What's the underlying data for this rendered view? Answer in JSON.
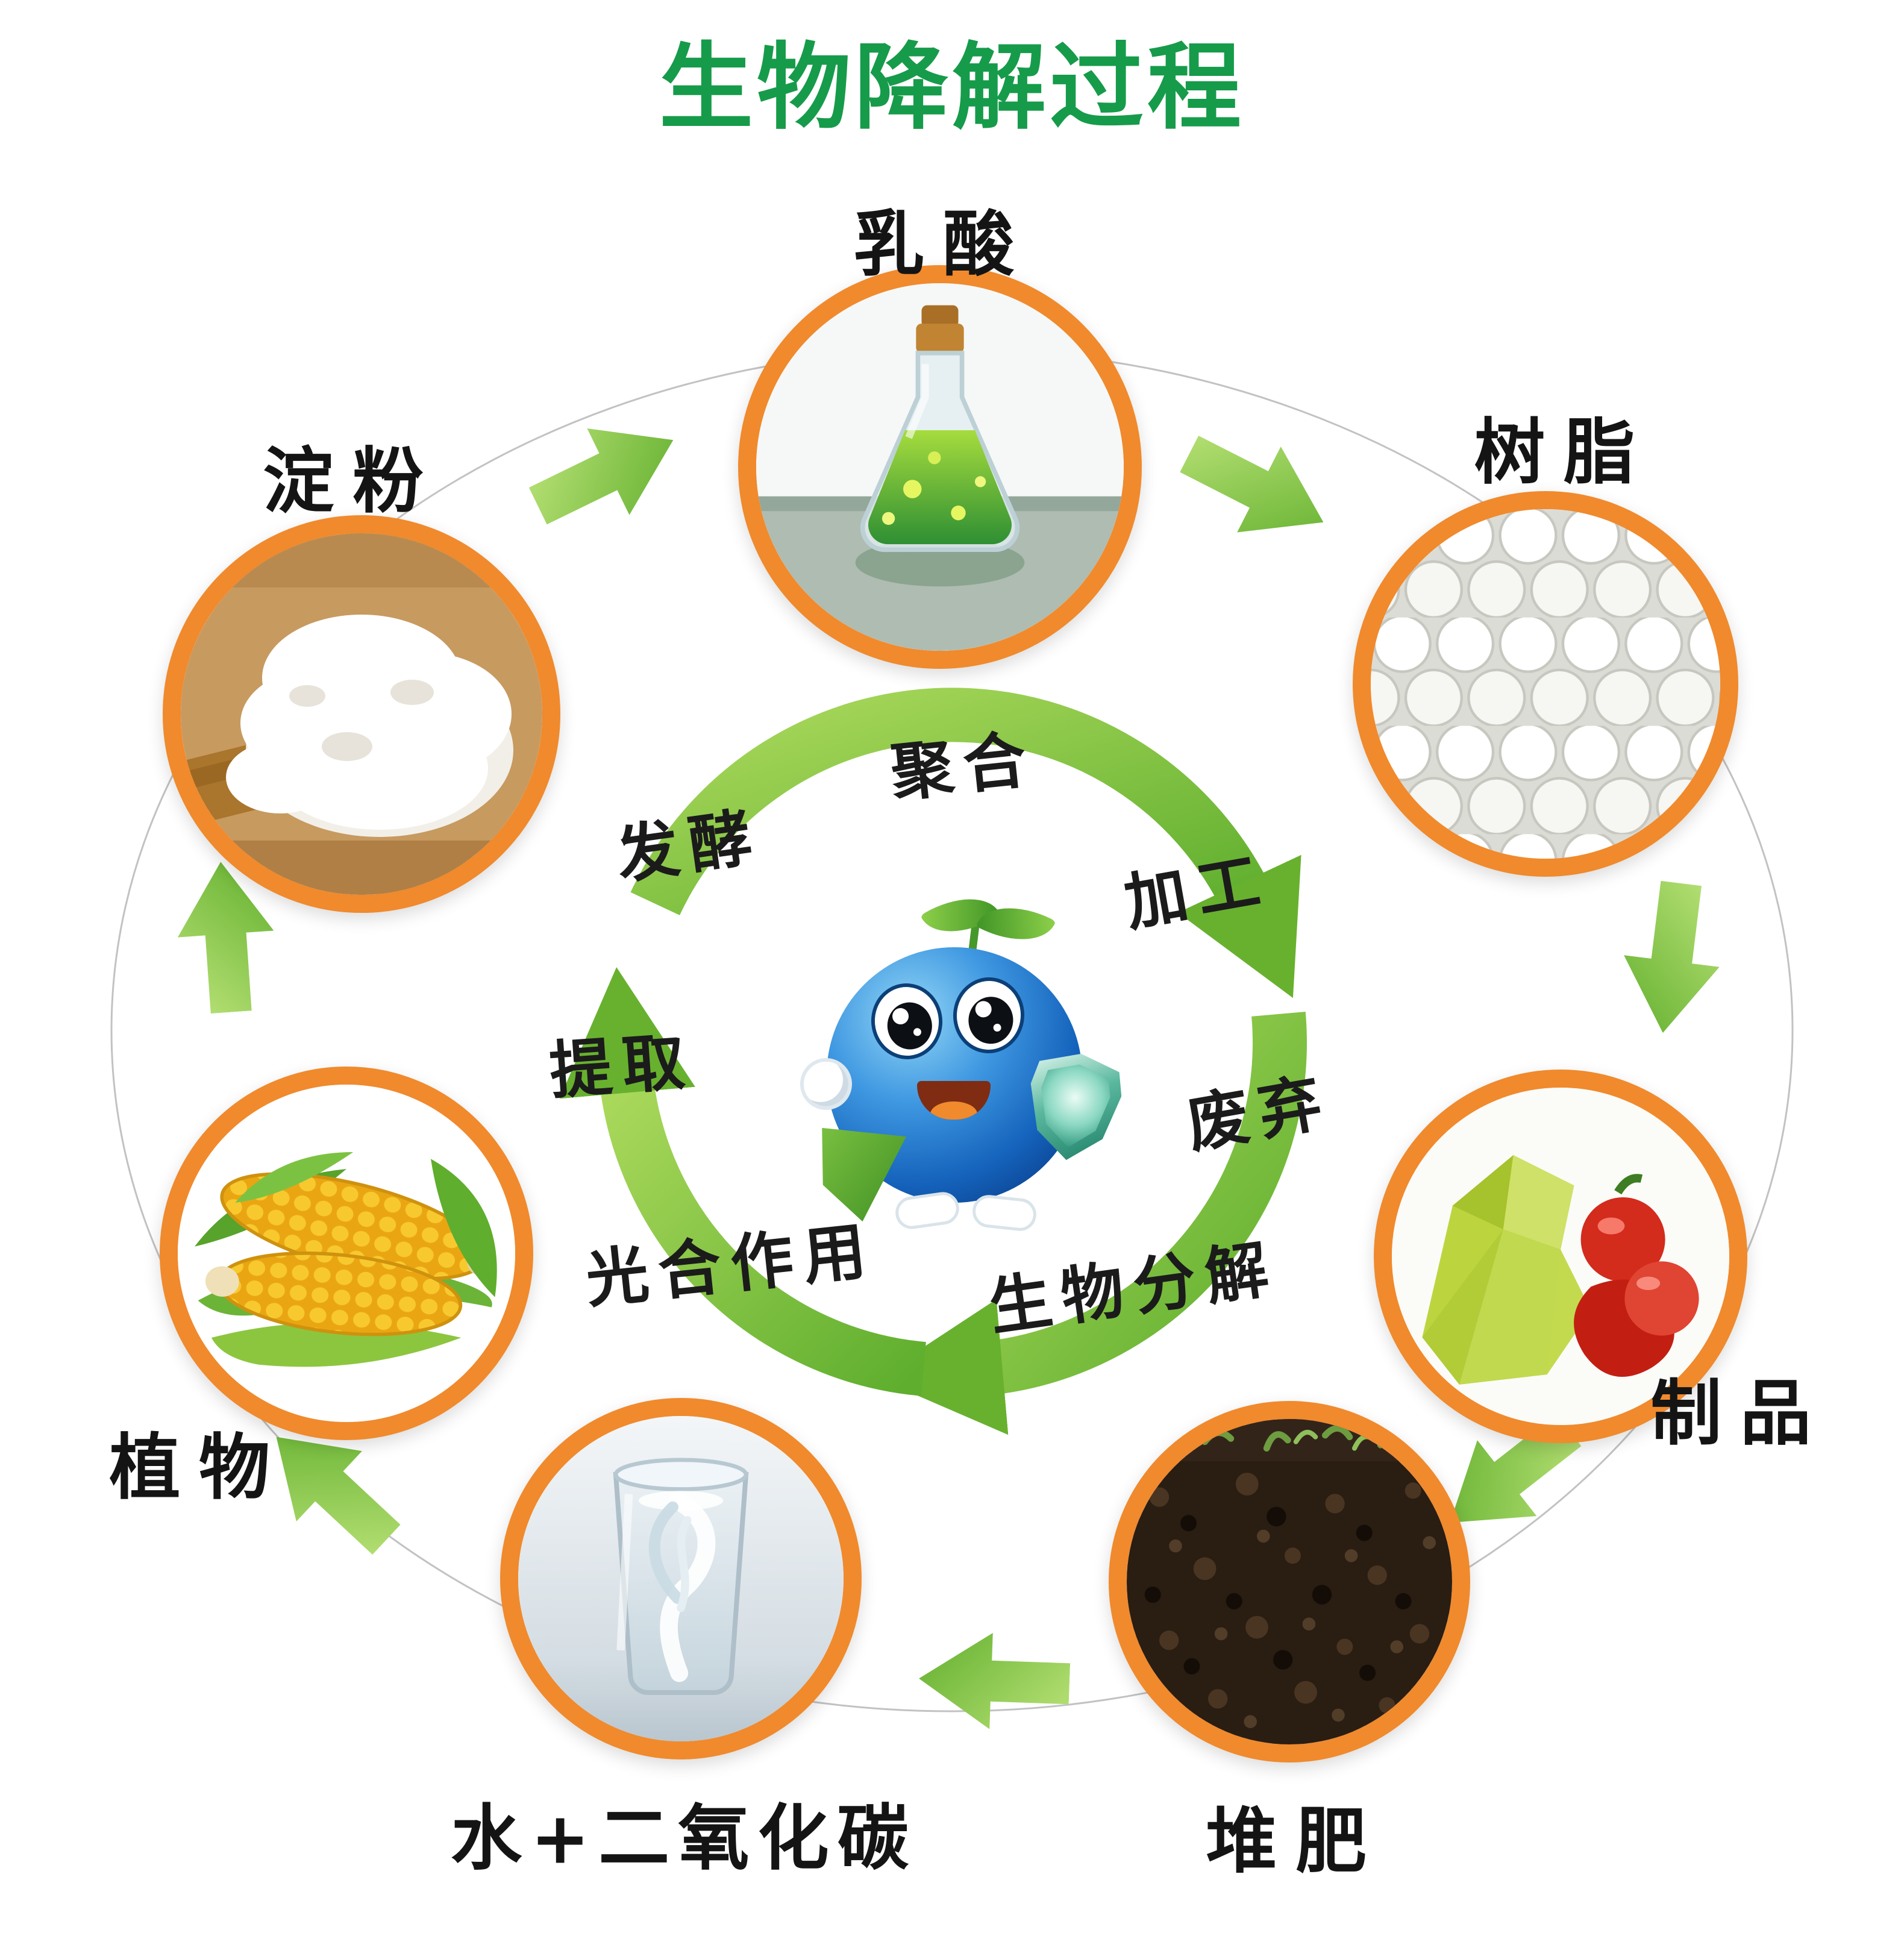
{
  "title": "生物降解过程",
  "nodes": {
    "lactic": {
      "label": "乳酸"
    },
    "resin": {
      "label": "树脂"
    },
    "products": {
      "label": "制品"
    },
    "compost": {
      "label": "堆肥"
    },
    "water": {
      "label": "水+二氧化碳"
    },
    "plants": {
      "label": "植物"
    },
    "starch": {
      "label": "淀粉"
    }
  },
  "processes": {
    "polymerization": {
      "label": "聚合"
    },
    "processing": {
      "label": "加工"
    },
    "disposal": {
      "label": "废弃"
    },
    "biodegradation": {
      "label": "生物分解"
    },
    "photosynthesis": {
      "label": "光合作用"
    },
    "extraction": {
      "label": "提取"
    },
    "fermentation": {
      "label": "发酵"
    }
  },
  "colors": {
    "title_green": "#169b4a",
    "ring_orange": "#f08a2d",
    "arrow_green": "#6cb32f",
    "label_black": "#141414"
  }
}
